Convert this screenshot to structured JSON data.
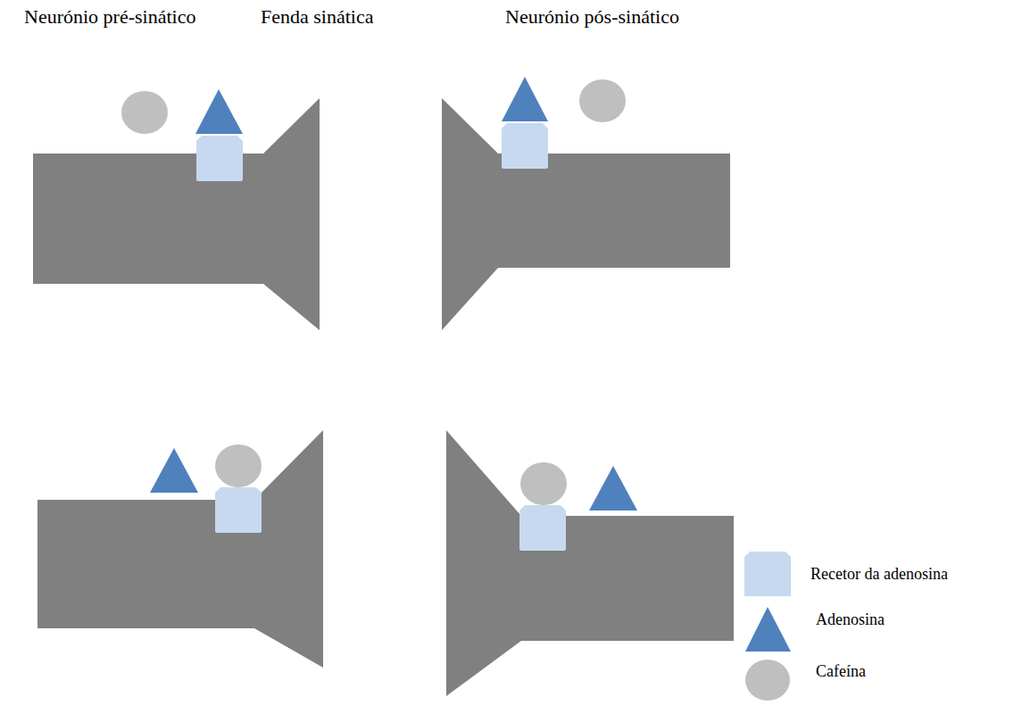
{
  "diagram": {
    "labels": [
      "Neurónio pré-sinático",
      "Fenda sinática",
      "Neurónio pós-sinático"
    ],
    "legend": [
      {
        "text": "Recetor da adenosina",
        "color": "#c6d9f1"
      },
      {
        "text": "Adenosina"
      },
      {
        "text": "Cafeína"
      }
    ]
  }
}
